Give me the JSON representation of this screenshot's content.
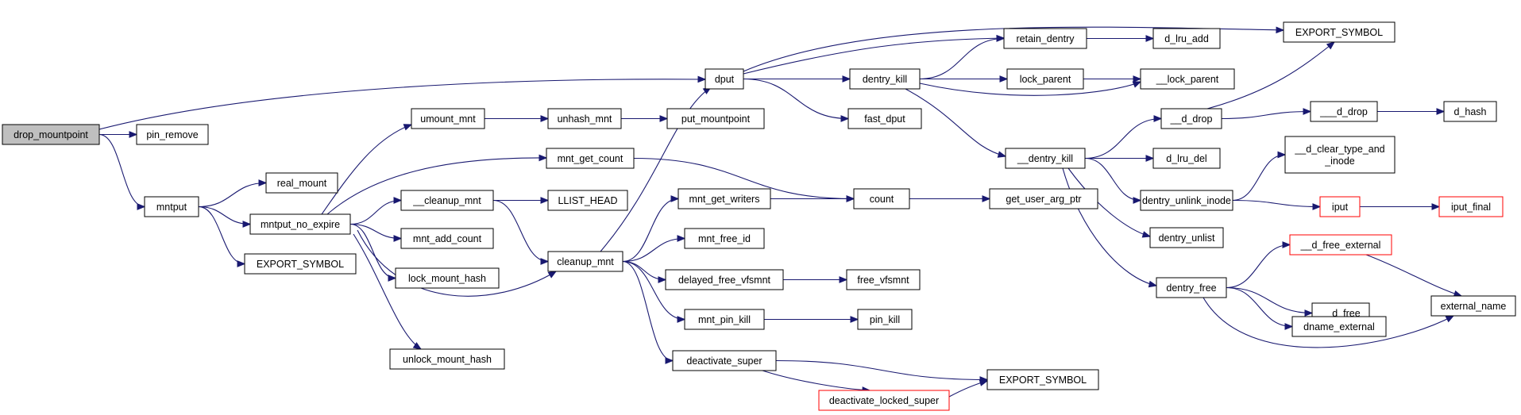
{
  "graph": {
    "nodes": [
      {
        "id": "drop_mountpoint",
        "label": "drop_mountpoint",
        "root": true
      },
      {
        "id": "pin_remove",
        "label": "pin_remove"
      },
      {
        "id": "mntput",
        "label": "mntput"
      },
      {
        "id": "real_mount",
        "label": "real_mount"
      },
      {
        "id": "mntput_no_expire",
        "label": "mntput_no_expire"
      },
      {
        "id": "export_symbol_1",
        "label": "EXPORT_SYMBOL"
      },
      {
        "id": "umount_mnt",
        "label": "umount_mnt"
      },
      {
        "id": "unhash_mnt",
        "label": "unhash_mnt"
      },
      {
        "id": "put_mountpoint",
        "label": "put_mountpoint"
      },
      {
        "id": "mnt_get_count",
        "label": "mnt_get_count"
      },
      {
        "id": "cleanup_mnt_dunder",
        "label": "__cleanup_mnt"
      },
      {
        "id": "llist_head",
        "label": "LLIST_HEAD"
      },
      {
        "id": "mnt_add_count",
        "label": "mnt_add_count"
      },
      {
        "id": "lock_mount_hash",
        "label": "lock_mount_hash"
      },
      {
        "id": "unlock_mount_hash",
        "label": "unlock_mount_hash"
      },
      {
        "id": "cleanup_mnt",
        "label": "cleanup_mnt"
      },
      {
        "id": "dput",
        "label": "dput"
      },
      {
        "id": "mnt_get_writers",
        "label": "mnt_get_writers"
      },
      {
        "id": "mnt_free_id",
        "label": "mnt_free_id"
      },
      {
        "id": "delayed_free_vfsmnt",
        "label": "delayed_free_vfsmnt"
      },
      {
        "id": "mnt_pin_kill",
        "label": "mnt_pin_kill"
      },
      {
        "id": "deactivate_super",
        "label": "deactivate_super"
      },
      {
        "id": "deactivate_locked_super",
        "label": "deactivate_locked_super",
        "red": true
      },
      {
        "id": "export_symbol_2",
        "label": "EXPORT_SYMBOL"
      },
      {
        "id": "count",
        "label": "count"
      },
      {
        "id": "get_user_arg_ptr",
        "label": "get_user_arg_ptr"
      },
      {
        "id": "free_vfsmnt",
        "label": "free_vfsmnt"
      },
      {
        "id": "pin_kill",
        "label": "pin_kill"
      },
      {
        "id": "dentry_kill",
        "label": "dentry_kill"
      },
      {
        "id": "fast_dput",
        "label": "fast_dput"
      },
      {
        "id": "retain_dentry",
        "label": "retain_dentry"
      },
      {
        "id": "d_lru_add",
        "label": "d_lru_add"
      },
      {
        "id": "lock_parent",
        "label": "lock_parent"
      },
      {
        "id": "lock_parent_dunder",
        "label": "__lock_parent"
      },
      {
        "id": "export_symbol_3",
        "label": "EXPORT_SYMBOL"
      },
      {
        "id": "dentry_kill_dunder",
        "label": "__dentry_kill"
      },
      {
        "id": "d_drop_dunder",
        "label": "__d_drop"
      },
      {
        "id": "d_drop_triple",
        "label": "___d_drop"
      },
      {
        "id": "d_hash",
        "label": "d_hash"
      },
      {
        "id": "d_lru_del",
        "label": "d_lru_del"
      },
      {
        "id": "d_clear_type_and_inode",
        "label": "__d_clear_type_and\n_inode"
      },
      {
        "id": "dentry_unlink_inode",
        "label": "dentry_unlink_inode"
      },
      {
        "id": "iput",
        "label": "iput",
        "red": true
      },
      {
        "id": "iput_final",
        "label": "iput_final",
        "red": true
      },
      {
        "id": "dentry_unlist",
        "label": "dentry_unlist"
      },
      {
        "id": "dentry_free",
        "label": "dentry_free"
      },
      {
        "id": "d_free_external",
        "label": "__d_free_external",
        "red": true
      },
      {
        "id": "d_free",
        "label": "__d_free"
      },
      {
        "id": "dname_external",
        "label": "dname_external"
      },
      {
        "id": "external_name",
        "label": "external_name"
      }
    ],
    "edges": [
      [
        "drop_mountpoint",
        "pin_remove"
      ],
      [
        "drop_mountpoint",
        "mntput"
      ],
      [
        "drop_mountpoint",
        "dput"
      ],
      [
        "mntput",
        "real_mount"
      ],
      [
        "mntput",
        "mntput_no_expire"
      ],
      [
        "mntput",
        "export_symbol_1"
      ],
      [
        "mntput_no_expire",
        "umount_mnt"
      ],
      [
        "mntput_no_expire",
        "mnt_get_count"
      ],
      [
        "mntput_no_expire",
        "cleanup_mnt_dunder"
      ],
      [
        "mntput_no_expire",
        "mnt_add_count"
      ],
      [
        "mntput_no_expire",
        "lock_mount_hash"
      ],
      [
        "mntput_no_expire",
        "cleanup_mnt"
      ],
      [
        "mntput_no_expire",
        "unlock_mount_hash"
      ],
      [
        "umount_mnt",
        "unhash_mnt"
      ],
      [
        "unhash_mnt",
        "put_mountpoint"
      ],
      [
        "mnt_get_count",
        "count"
      ],
      [
        "cleanup_mnt_dunder",
        "llist_head"
      ],
      [
        "cleanup_mnt_dunder",
        "cleanup_mnt"
      ],
      [
        "cleanup_mnt",
        "dput"
      ],
      [
        "cleanup_mnt",
        "mnt_get_writers"
      ],
      [
        "cleanup_mnt",
        "mnt_free_id"
      ],
      [
        "cleanup_mnt",
        "delayed_free_vfsmnt"
      ],
      [
        "cleanup_mnt",
        "mnt_pin_kill"
      ],
      [
        "cleanup_mnt",
        "deactivate_super"
      ],
      [
        "mnt_get_writers",
        "count"
      ],
      [
        "count",
        "get_user_arg_ptr"
      ],
      [
        "delayed_free_vfsmnt",
        "free_vfsmnt"
      ],
      [
        "mnt_pin_kill",
        "pin_kill"
      ],
      [
        "deactivate_super",
        "export_symbol_2"
      ],
      [
        "deactivate_super",
        "deactivate_locked_super"
      ],
      [
        "deactivate_locked_super",
        "export_symbol_2"
      ],
      [
        "dput",
        "export_symbol_3"
      ],
      [
        "dput",
        "retain_dentry"
      ],
      [
        "dput",
        "dentry_kill"
      ],
      [
        "dput",
        "fast_dput"
      ],
      [
        "dentry_kill",
        "retain_dentry"
      ],
      [
        "dentry_kill",
        "lock_parent"
      ],
      [
        "dentry_kill",
        "lock_parent_dunder"
      ],
      [
        "dentry_kill",
        "dentry_kill_dunder"
      ],
      [
        "retain_dentry",
        "d_lru_add"
      ],
      [
        "lock_parent",
        "lock_parent_dunder"
      ],
      [
        "dentry_kill_dunder",
        "d_drop_dunder"
      ],
      [
        "dentry_kill_dunder",
        "d_lru_del"
      ],
      [
        "dentry_kill_dunder",
        "dentry_unlink_inode"
      ],
      [
        "dentry_kill_dunder",
        "dentry_unlist"
      ],
      [
        "dentry_kill_dunder",
        "dentry_free"
      ],
      [
        "d_drop_dunder",
        "export_symbol_3"
      ],
      [
        "d_drop_dunder",
        "d_drop_triple"
      ],
      [
        "d_drop_triple",
        "d_hash"
      ],
      [
        "dentry_unlink_inode",
        "d_clear_type_and_inode"
      ],
      [
        "dentry_unlink_inode",
        "iput"
      ],
      [
        "iput",
        "iput_final"
      ],
      [
        "dentry_free",
        "d_free_external"
      ],
      [
        "dentry_free",
        "d_free"
      ],
      [
        "dentry_free",
        "dname_external"
      ],
      [
        "dentry_free",
        "external_name"
      ],
      [
        "d_free_external",
        "external_name"
      ]
    ]
  }
}
